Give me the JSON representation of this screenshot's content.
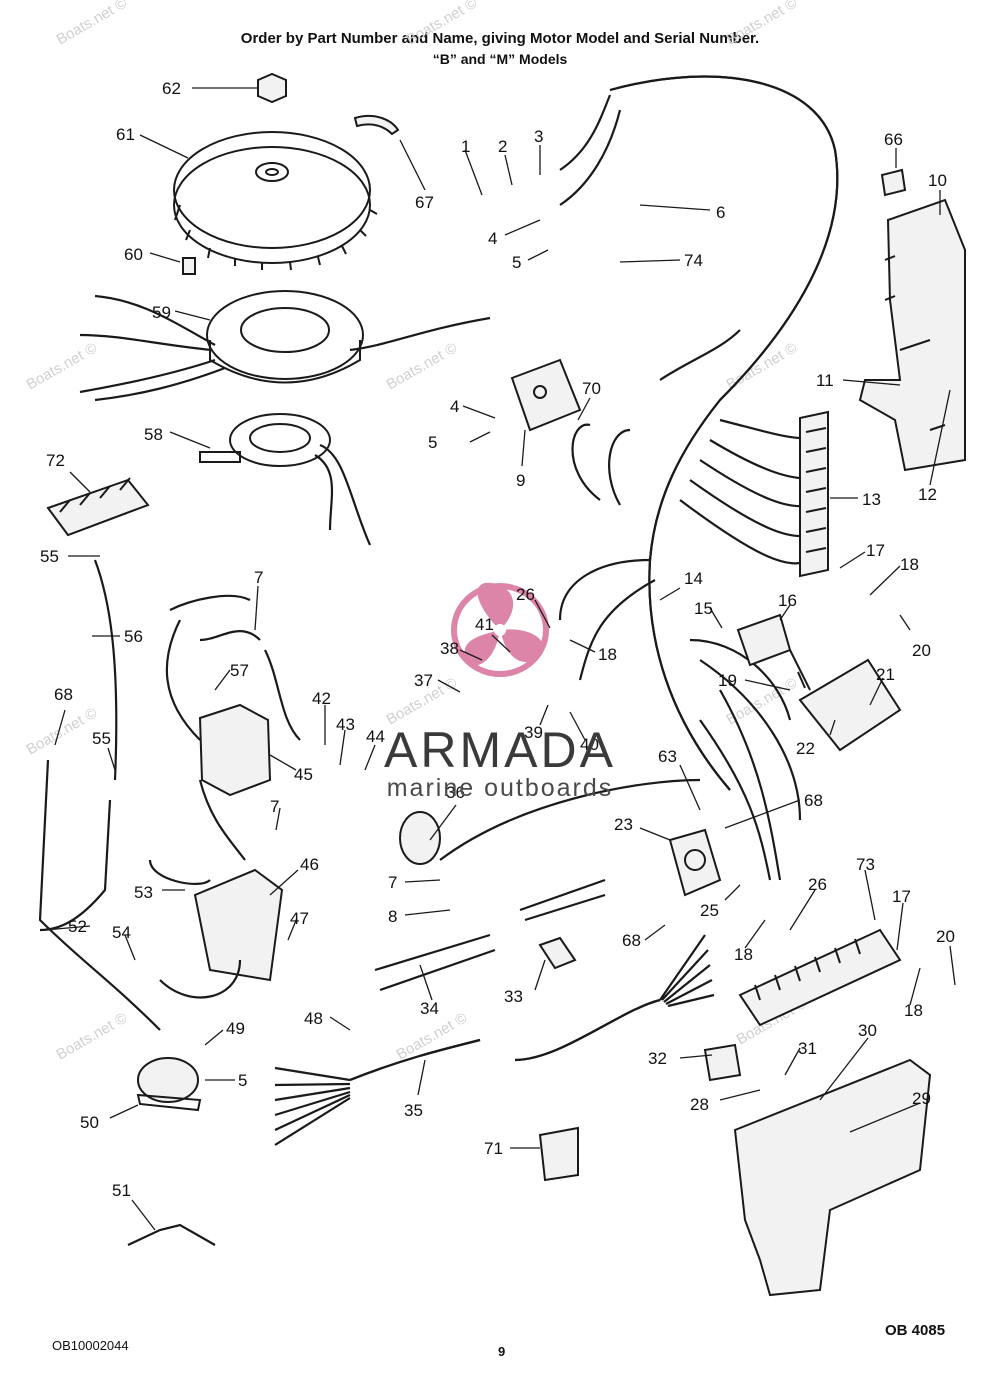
{
  "header": {
    "line1": "Order by Part Number and Name, giving Motor Model and Serial Number.",
    "line2": "“B” and “M” Models"
  },
  "watermark": {
    "site": "Boats.net ©",
    "brand_name": "ARMADA",
    "brand_tagline": "marine outboards",
    "accent_color": "#d6709a"
  },
  "callouts": [
    "62",
    "61",
    "67",
    "1",
    "2",
    "3",
    "66",
    "10",
    "6",
    "4",
    "5",
    "74",
    "60",
    "59",
    "11",
    "12",
    "58",
    "70",
    "4",
    "5",
    "9",
    "72",
    "13",
    "55",
    "7",
    "56",
    "57",
    "14",
    "26",
    "41",
    "38",
    "37",
    "17",
    "18",
    "15",
    "16",
    "18",
    "20",
    "21",
    "19",
    "22",
    "68",
    "55",
    "42",
    "43",
    "44",
    "45",
    "39",
    "40",
    "63",
    "68",
    "36",
    "7",
    "53",
    "46",
    "23",
    "7",
    "8",
    "25",
    "26",
    "47",
    "54",
    "52",
    "68",
    "33",
    "34",
    "73",
    "17",
    "20",
    "18",
    "18",
    "48",
    "49",
    "30",
    "31",
    "32",
    "28",
    "29",
    "5",
    "50",
    "35",
    "71",
    "51"
  ],
  "footer": {
    "left_code": "OB10002044",
    "page_number": "9",
    "right_code": "OB 4085"
  }
}
